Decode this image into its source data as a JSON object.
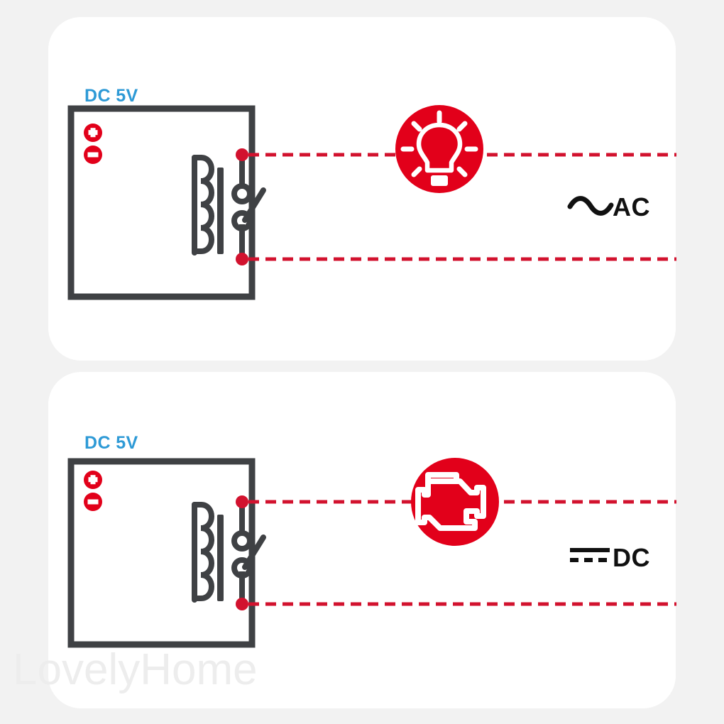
{
  "page": {
    "background_color": "#f2f2f2",
    "watermark": "LovelyHome"
  },
  "colors": {
    "card": "#ffffff",
    "wire_dark": "#3f4144",
    "wire_red": "#d2122e",
    "accent_red": "#e2001a",
    "label_blue": "#2e9ad6",
    "text_dark": "#111111",
    "watermark_gray": "#ededed"
  },
  "panels": [
    {
      "id": "ac",
      "supply_label": "DC 5V",
      "terminal_plus": "+",
      "terminal_minus": "-",
      "load_icon": "lightbulb-icon",
      "output_symbol": "sine-wave-icon",
      "output_label": "AC",
      "relay_parts": {
        "coil": "relay-coil",
        "armature": "relay-armature",
        "contact_upper": "relay-contact-upper",
        "contact_lower": "relay-contact-lower",
        "switch_blade": "relay-switch-blade",
        "node_top": "relay-output-node-top",
        "node_bottom": "relay-output-node-bottom"
      }
    },
    {
      "id": "dc",
      "supply_label": "DC 5V",
      "terminal_plus": "+",
      "terminal_minus": "-",
      "load_icon": "check-engine-icon",
      "output_symbol": "dc-line-icon",
      "output_label": "DC",
      "relay_parts": {
        "coil": "relay-coil",
        "armature": "relay-armature",
        "contact_upper": "relay-contact-upper",
        "contact_lower": "relay-contact-lower",
        "switch_blade": "relay-switch-blade",
        "node_top": "relay-output-node-top",
        "node_bottom": "relay-output-node-bottom"
      }
    }
  ]
}
